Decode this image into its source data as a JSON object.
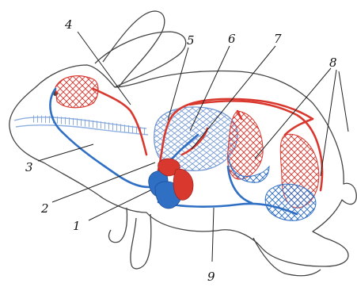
{
  "labels": [
    {
      "id": "1",
      "text": "1"
    },
    {
      "id": "2",
      "text": "2"
    },
    {
      "id": "3",
      "text": "3"
    },
    {
      "id": "4",
      "text": "4"
    },
    {
      "id": "5",
      "text": "5"
    },
    {
      "id": "6",
      "text": "6"
    },
    {
      "id": "7",
      "text": "7"
    },
    {
      "id": "8",
      "text": "8"
    },
    {
      "id": "9",
      "text": "9"
    }
  ],
  "colors": {
    "arterial": "#d9382f",
    "venous": "#2f6fc4",
    "outline": "#444444",
    "lung_mesh": "#7a9fd6",
    "gut_mesh": "#8fb0e0"
  }
}
